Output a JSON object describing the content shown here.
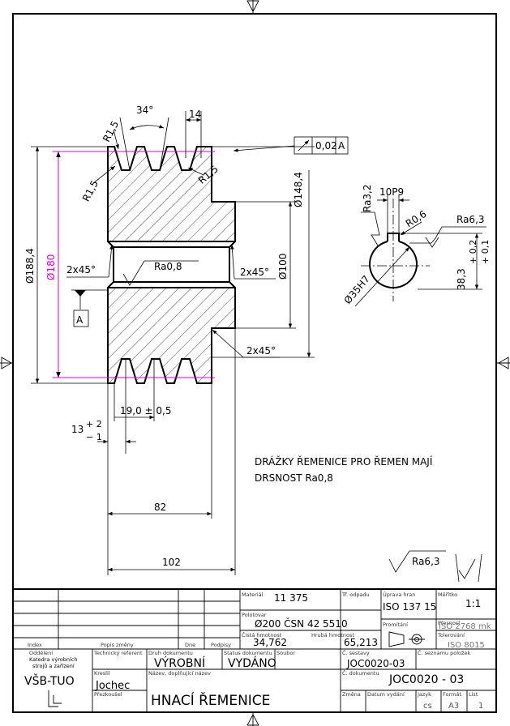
{
  "dimensions": {
    "groove_angle": "34°",
    "groove_pitch": "14",
    "outer_dia": "Ø188,4",
    "pitch_dia": "Ø180",
    "hub_dia": "Ø148,4",
    "bore_dia_right": "Ø100",
    "chamfer_1": "2x45°",
    "chamfer_2": "2x45°",
    "chamfer_3": "2x45°",
    "radius_1": "R1,5",
    "radius_2": "R1,5",
    "radius_3": "R1,5",
    "groove_offset": "19,0 ± 0,5",
    "edge_base": "13",
    "edge_tol_upper": "+ 2",
    "edge_tol_lower": "− 1",
    "width_82": "82",
    "width_102": "102",
    "keyway_width": "10P9",
    "keyway_radius": "R0,6",
    "bore_fit": "Ø35H7",
    "keyway_depth": "38,3",
    "keyway_depth_tol_upper": "+ 0,2",
    "keyway_depth_tol_lower": "+ 0,1"
  },
  "surface": {
    "bore": "Ra0,8",
    "keyway_side": "Ra3,2",
    "keyway_top": "Ra6,3",
    "general": "Ra6,3"
  },
  "tolerance_frame": {
    "value": "0,02",
    "datum": "A"
  },
  "datum_label": "A",
  "note": {
    "line1": "DRÁŽKY ŘEMENICE PRO ŘEMEN MAJÍ",
    "line2": "DRSNOST Ra0,8"
  },
  "title_block": {
    "labels": {
      "material": "Materiál",
      "semi": "Polotovar",
      "net_mass": "Čistá hmotnost",
      "gross_mass": "Hrubá hmotnost",
      "waste": "Tř. odpadu",
      "edges": "Úprava hran",
      "projection": "Promítání",
      "scale": "Měřítko",
      "accuracy": "Přesnost",
      "tolerancing": "Tolerování",
      "index": "Index",
      "change": "Popis změny",
      "date_col": "Dne",
      "signature": "Podpisy",
      "dept": "Oddělení",
      "tech_ref": "Technický referent",
      "doc_type": "Druh dokumentu",
      "doc_status": "Status dokumentu",
      "file": "Soubor",
      "assembly_no": "Č. sestavy",
      "list_no": "Č. seznamu položek",
      "drawn": "Kreslil",
      "checked": "Přezkoušel",
      "name_label": "Název, doplňující název",
      "doc_no_label": "Č. dokumentu",
      "change_label": "Změna",
      "issue_date": "Datum vydání",
      "lang": "Jazyk",
      "format": "Formát",
      "sheet": "List"
    },
    "values": {
      "material": "11 375",
      "semi": "Ø200 ČSN 42 5510",
      "net_mass": "34,762",
      "gross_mass": "65,213",
      "edges": "ISO 137 15",
      "scale": "1:1",
      "accuracy": "ISO 2768 mk",
      "tolerancing": "ISO 8015",
      "dept_line1": "Katedra výrobních",
      "dept_line2": "strojů a zařízení",
      "org": "VŠB-TUO",
      "doc_type": "VÝROBNÍ",
      "doc_status": "VYDÁNO",
      "assembly_no": "JOC0020-03",
      "doc_no": "JOC0020 - 03",
      "drawn": "Jochec",
      "name": "HNACÍ ŘEMENICE",
      "lang": "cs",
      "format": "A3",
      "sheet": "1"
    }
  }
}
